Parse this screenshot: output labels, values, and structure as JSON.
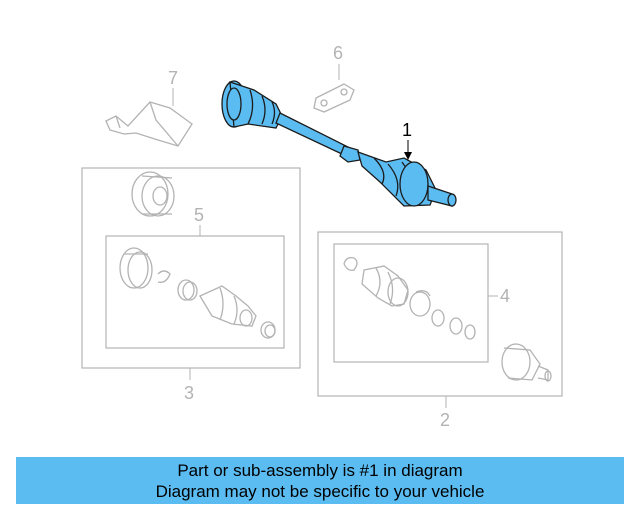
{
  "colors": {
    "highlight": "#5bbcf2",
    "outline": "#b3b3b3",
    "banner": "#5bbcf2"
  },
  "callouts": {
    "c1": "1",
    "c2": "2",
    "c3": "3",
    "c4": "4",
    "c5": "5",
    "c6": "6",
    "c7": "7"
  },
  "banner": {
    "line1": "Part or sub-assembly is #1 in diagram",
    "line2": "Diagram may not be specific to your vehicle"
  }
}
